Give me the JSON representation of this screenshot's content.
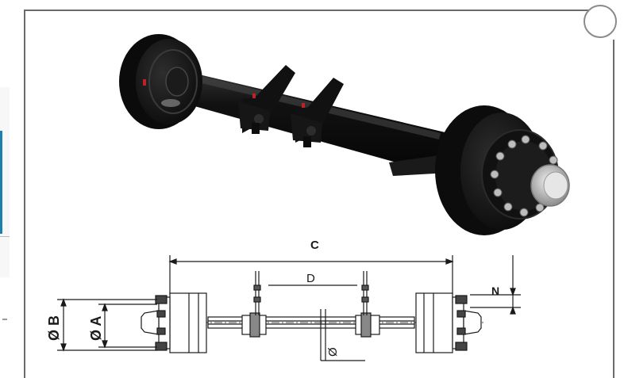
{
  "diagram": {
    "labels": {
      "c": "C",
      "d": "D",
      "n": "N",
      "diameter_b": "Ø B",
      "diameter_a": "Ø A",
      "diameter_small": "Ø"
    }
  },
  "colors": {
    "axle_black": "#141414",
    "drum_face": "#1e1e1e",
    "hub_silver": "#c8c8c8",
    "frame_gray": "#6b6b6b",
    "accent_blue": "#1d7fae",
    "red_marker": "#c0202a"
  }
}
